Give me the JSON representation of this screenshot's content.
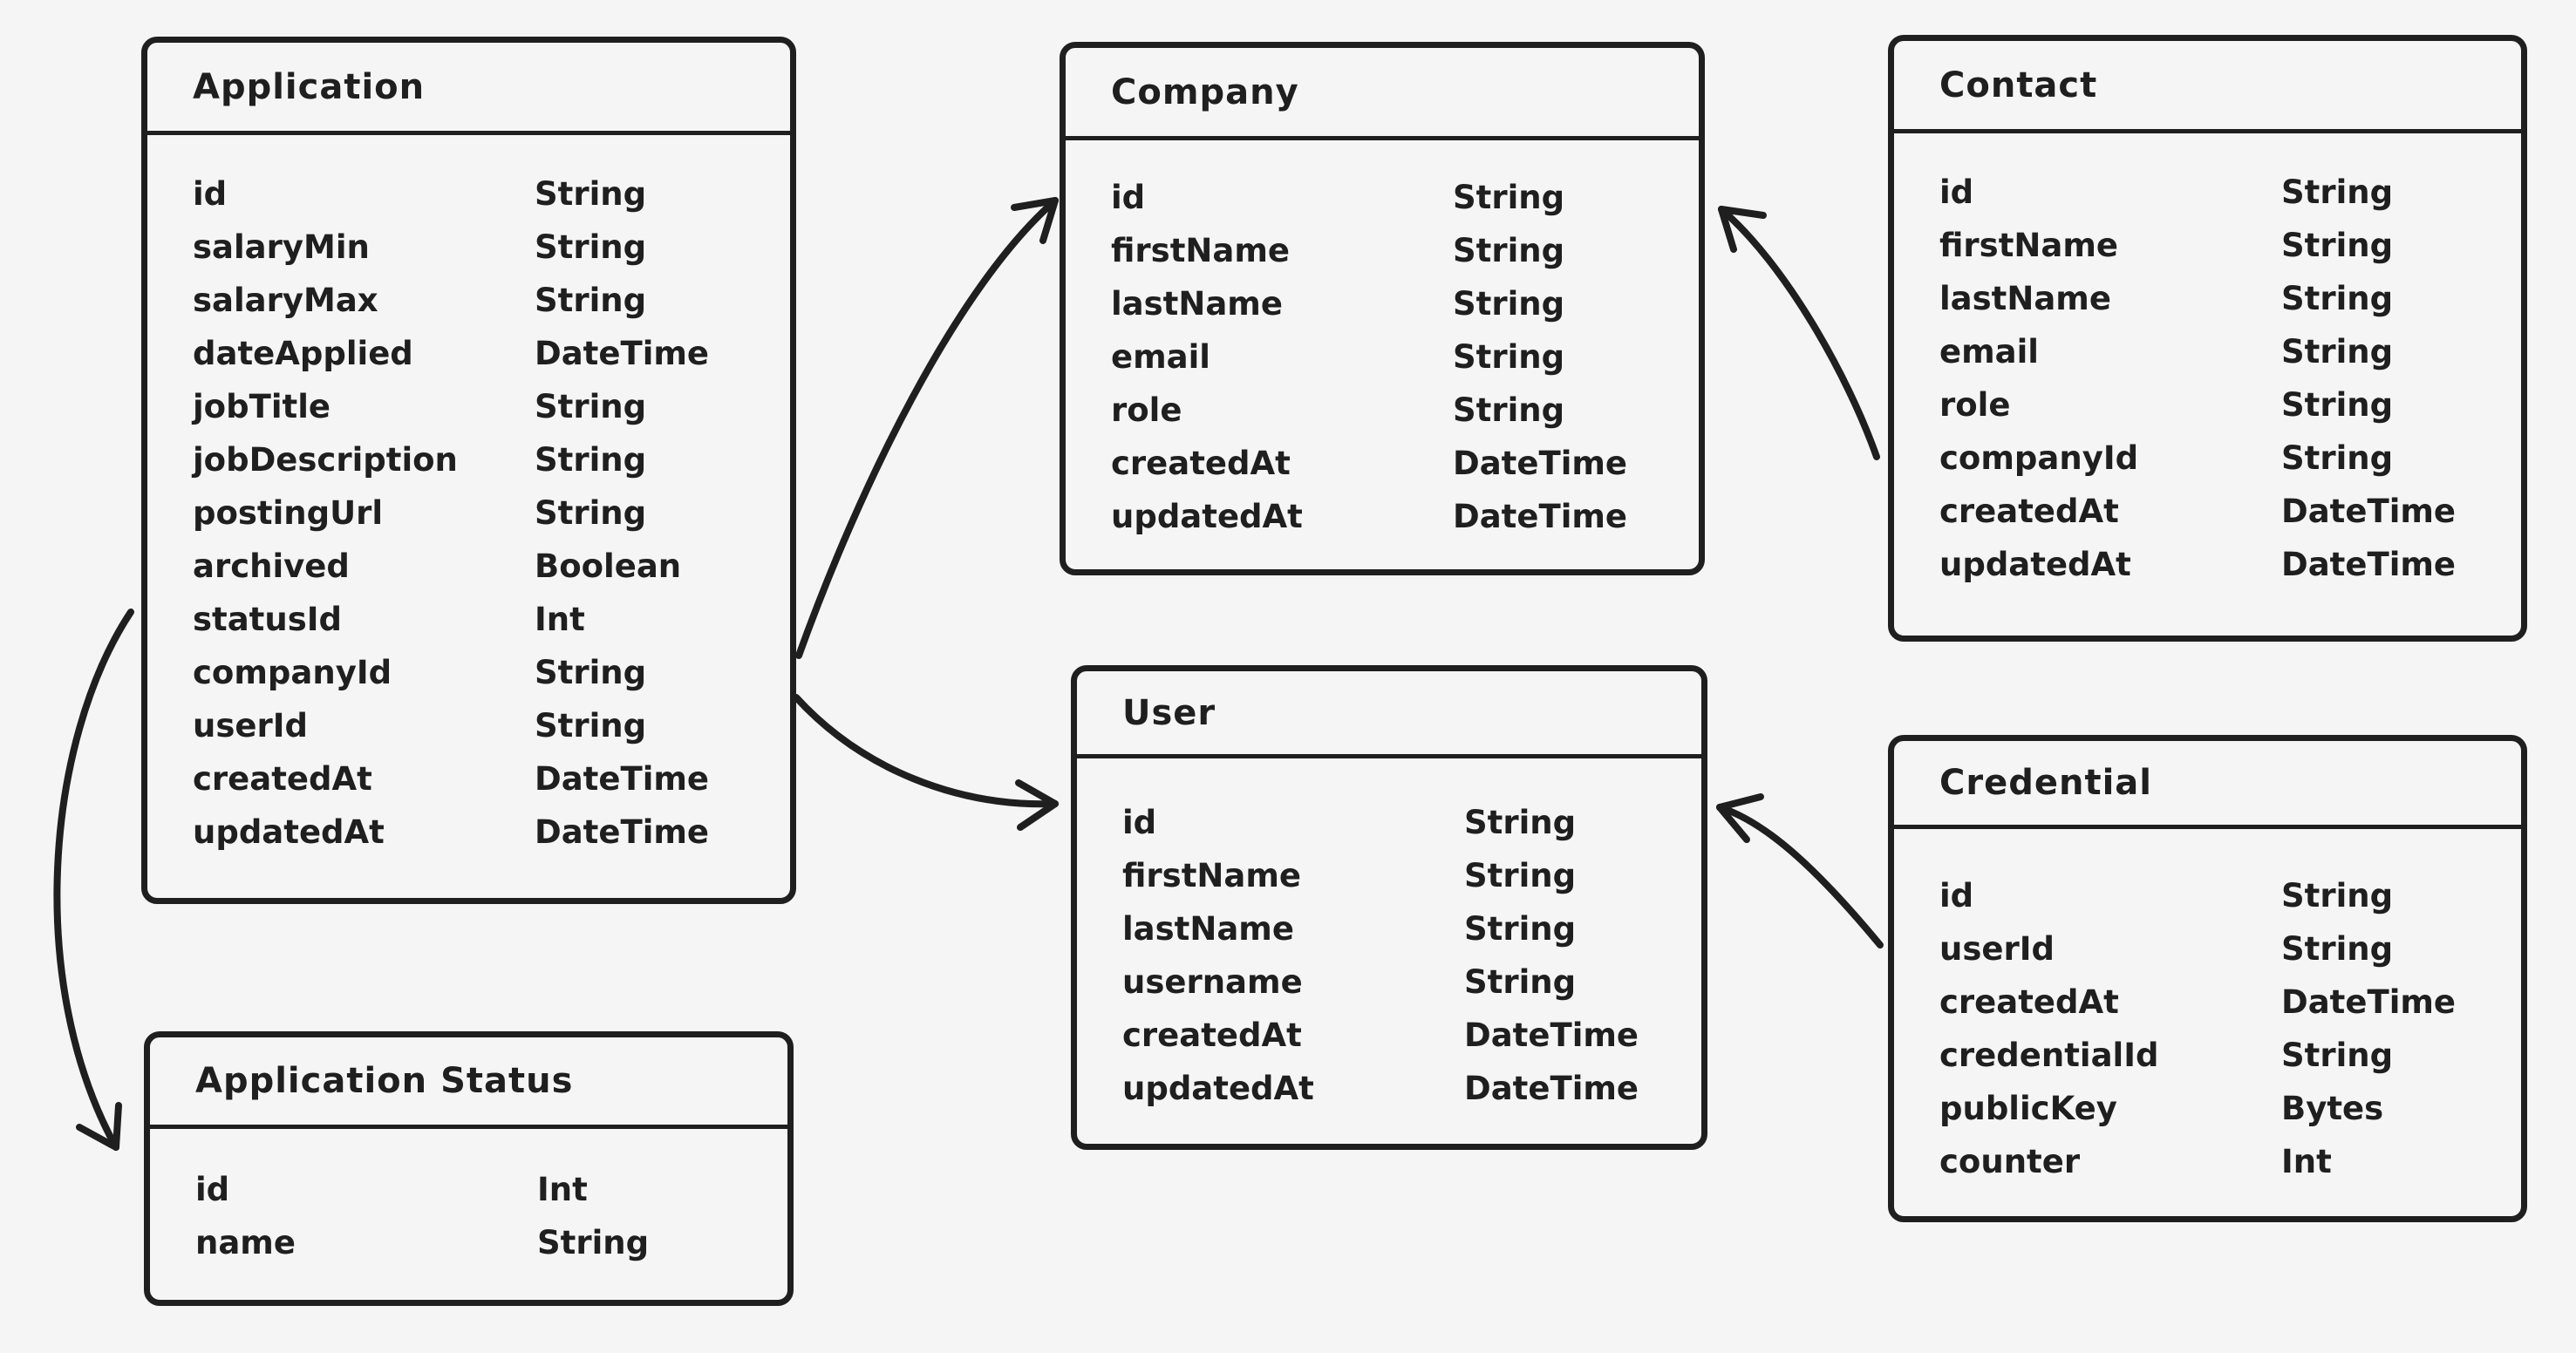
{
  "canvas": {
    "background_color": "#f5f5f6",
    "stroke_color": "#1f1f1f"
  },
  "tables": [
    {
      "title": "Application",
      "fields": [
        {
          "name": "id",
          "type": "String"
        },
        {
          "name": "salaryMin",
          "type": "String"
        },
        {
          "name": "salaryMax",
          "type": "String"
        },
        {
          "name": "dateApplied",
          "type": "DateTime"
        },
        {
          "name": "jobTitle",
          "type": "String"
        },
        {
          "name": "jobDescription",
          "type": "String"
        },
        {
          "name": "postingUrl",
          "type": "String"
        },
        {
          "name": "archived",
          "type": "Boolean"
        },
        {
          "name": "statusId",
          "type": "Int"
        },
        {
          "name": "companyId",
          "type": "String"
        },
        {
          "name": "userId",
          "type": "String"
        },
        {
          "name": "createdAt",
          "type": "DateTime"
        },
        {
          "name": "updatedAt",
          "type": "DateTime"
        }
      ]
    },
    {
      "title": "Company",
      "fields": [
        {
          "name": "id",
          "type": "String"
        },
        {
          "name": "firstName",
          "type": "String"
        },
        {
          "name": "lastName",
          "type": "String"
        },
        {
          "name": "email",
          "type": "String"
        },
        {
          "name": "role",
          "type": "String"
        },
        {
          "name": "createdAt",
          "type": "DateTime"
        },
        {
          "name": "updatedAt",
          "type": "DateTime"
        }
      ]
    },
    {
      "title": "Contact",
      "fields": [
        {
          "name": "id",
          "type": "String"
        },
        {
          "name": "firstName",
          "type": "String"
        },
        {
          "name": "lastName",
          "type": "String"
        },
        {
          "name": "email",
          "type": "String"
        },
        {
          "name": "role",
          "type": "String"
        },
        {
          "name": "companyId",
          "type": "String"
        },
        {
          "name": "createdAt",
          "type": "DateTime"
        },
        {
          "name": "updatedAt",
          "type": "DateTime"
        }
      ]
    },
    {
      "title": "User",
      "fields": [
        {
          "name": "id",
          "type": "String"
        },
        {
          "name": "firstName",
          "type": "String"
        },
        {
          "name": "lastName",
          "type": "String"
        },
        {
          "name": "username",
          "type": "String"
        },
        {
          "name": "createdAt",
          "type": "DateTime"
        },
        {
          "name": "updatedAt",
          "type": "DateTime"
        }
      ]
    },
    {
      "title": "Credential",
      "fields": [
        {
          "name": "id",
          "type": "String"
        },
        {
          "name": "userId",
          "type": "String"
        },
        {
          "name": "createdAt",
          "type": "DateTime"
        },
        {
          "name": "credentialId",
          "type": "String"
        },
        {
          "name": "publicKey",
          "type": "Bytes"
        },
        {
          "name": "counter",
          "type": "Int"
        }
      ]
    },
    {
      "title": "Application Status",
      "fields": [
        {
          "name": "id",
          "type": "Int"
        },
        {
          "name": "name",
          "type": "String"
        }
      ]
    }
  ],
  "relationships": [
    {
      "from": "Application",
      "to": "Application Status"
    },
    {
      "from": "Application",
      "to": "Company"
    },
    {
      "from": "Application",
      "to": "User"
    },
    {
      "from": "Contact",
      "to": "Company"
    },
    {
      "from": "Credential",
      "to": "User"
    }
  ]
}
